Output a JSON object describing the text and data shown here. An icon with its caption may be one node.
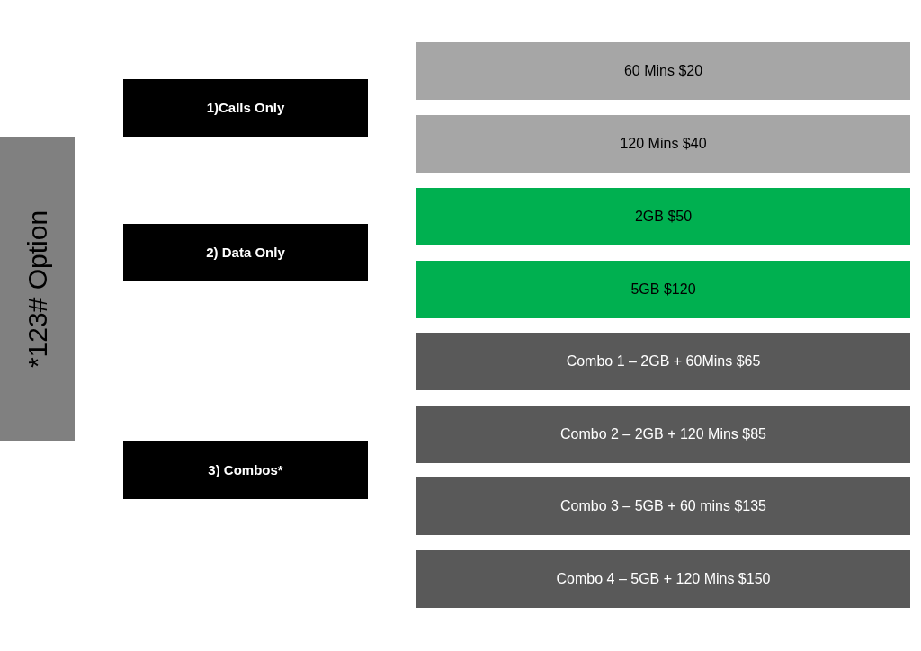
{
  "diagram": {
    "nodes": [
      {
        "text": [
          "*123# Option"
        ]
      },
      {
        "text": [
          "1)Calls Only"
        ]
      },
      {
        "text": [
          "2) Data Only"
        ]
      },
      {
        "text": [
          "3) Combos*"
        ]
      },
      {
        "text": [
          "60 Mins $20"
        ]
      },
      {
        "text": [
          "120 Mins $40"
        ]
      },
      {
        "text": [
          "2GB $50"
        ]
      },
      {
        "text": [
          "5GB $120"
        ]
      },
      {
        "text": [
          "Combo 1 – 2GB + 60Mins $65"
        ]
      },
      {
        "text": [
          "Combo 2 – 2GB + 120  Mins $85"
        ]
      },
      {
        "text": [
          "Combo 3 – 5GB + 60 mins $135"
        ]
      },
      {
        "text": [
          "Combo 4 – 5GB + 120 Mins $150"
        ]
      }
    ]
  }
}
